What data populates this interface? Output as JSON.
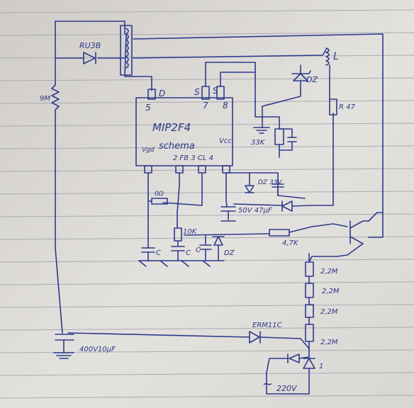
{
  "chip": {
    "name": "MIP2F4",
    "sub": "schema",
    "pins": {
      "d_letter": "D",
      "d_num": "5",
      "s_a_letter": "S",
      "s_a_num": "7",
      "s_b_letter": "S",
      "s_b_num": "8",
      "vgd": "Vgd",
      "vcc": "Vcc",
      "bottom": "2 FB 3 CL 4"
    }
  },
  "labels": {
    "ru3b": "RU3B",
    "r_left": "9M",
    "l": "L",
    "dz_top": "DZ",
    "r47": "R 47",
    "r33k": "33K",
    "dz33": "DZ 33V",
    "cap50v": "50V 47µF",
    "r01": "0Ω",
    "r10k": "10K",
    "c1": "C",
    "c2": "C",
    "c3": "C",
    "dz_bot": "DZ",
    "r47k": "4,7K",
    "r22_1": "2,2M",
    "r22_2": "2,2M",
    "r22_3": "2,2M",
    "r22_4": "2,2M",
    "erm": "ERM11C",
    "cap400": "400V10µF",
    "d1": "1",
    "ac": "220V",
    "tilde": "~"
  }
}
